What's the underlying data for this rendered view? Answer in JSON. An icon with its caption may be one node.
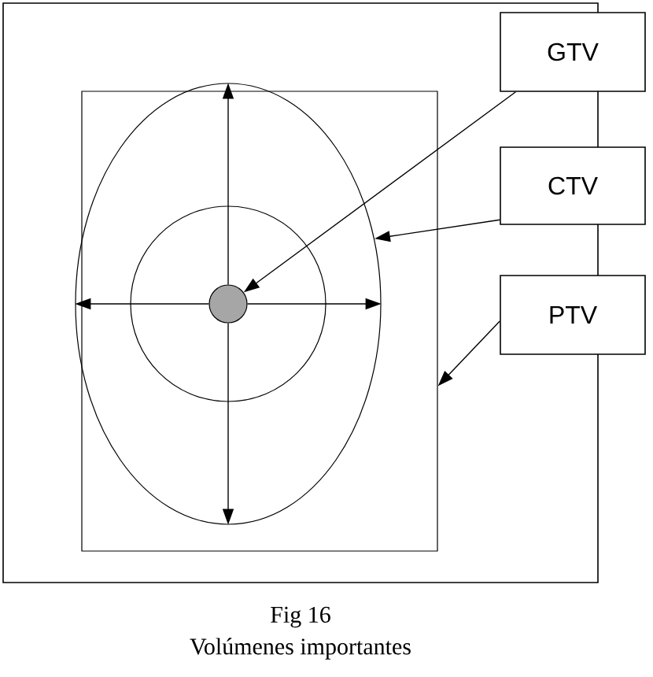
{
  "diagram": {
    "caption": "Volúmenes importantes",
    "nodes": [
      {
        "text": [
          "GTV"
        ]
      },
      {
        "text": [
          "CTV"
        ]
      },
      {
        "text": [
          "PTV"
        ]
      },
      {
        "text": [],
        "shape": "circle",
        "in": 4
      },
      {
        "text": [],
        "shape": "ellipse",
        "in": 5
      },
      {
        "text": [],
        "shape": "box"
      }
    ],
    "edges": [
      {
        "from": 0,
        "to": 3,
        "arrow": "to"
      },
      {
        "from": 1,
        "to": 4,
        "arrow": "to"
      },
      {
        "from": 2,
        "to": 5,
        "arrow": "to"
      },
      {
        "from": 3,
        "to": 4,
        "arrow": "to"
      },
      {
        "from": 3,
        "to": 4,
        "arrow": "to"
      },
      {
        "from": 3,
        "to": 4,
        "arrow": "to"
      },
      {
        "from": 3,
        "to": 4,
        "arrow": "to"
      }
    ],
    "labels": [
      "Fig 16"
    ]
  }
}
